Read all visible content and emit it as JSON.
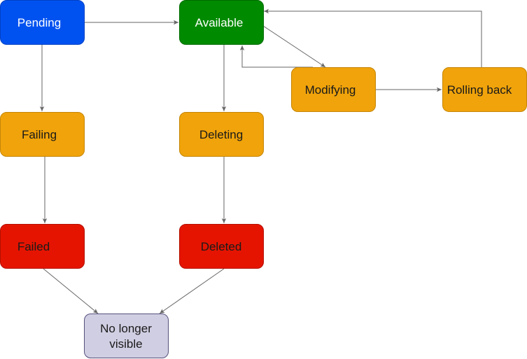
{
  "nodes": {
    "pending": {
      "label": "Pending",
      "fill": "#0052f0",
      "stroke": "#0040c4",
      "text_color": "#ffffff"
    },
    "available": {
      "label": "Available",
      "fill": "#008a00",
      "stroke": "#006b00",
      "text_color": "#ffffff"
    },
    "modifying": {
      "label": "Modifying",
      "fill": "#f0a30a",
      "stroke": "#c58608",
      "text_color": "#1a1a1a"
    },
    "rolling_back": {
      "label": "Rolling back",
      "fill": "#f0a30a",
      "stroke": "#c58608",
      "text_color": "#1a1a1a"
    },
    "failing": {
      "label": "Failing",
      "fill": "#f0a30a",
      "stroke": "#c58608",
      "text_color": "#1a1a1a"
    },
    "deleting": {
      "label": "Deleting",
      "fill": "#f0a30a",
      "stroke": "#c58608",
      "text_color": "#1a1a1a"
    },
    "failed": {
      "label": "Failed",
      "fill": "#e51400",
      "stroke": "#b31000",
      "text_color": "#1a1a1a"
    },
    "deleted": {
      "label": "Deleted",
      "fill": "#e51400",
      "stroke": "#b31000",
      "text_color": "#1a1a1a"
    },
    "no_longer_visible": {
      "label_line1": "No longer",
      "label_line2": "visible",
      "fill": "#d0cee2",
      "stroke": "#56517e",
      "text_color": "#1a1a1a"
    }
  },
  "edges": [
    {
      "from": "Pending",
      "to": "Available"
    },
    {
      "from": "Pending",
      "to": "Failing"
    },
    {
      "from": "Available",
      "to": "Deleting"
    },
    {
      "from": "Available",
      "to": "Modifying"
    },
    {
      "from": "Modifying",
      "to": "Available"
    },
    {
      "from": "Modifying",
      "to": "Rolling back"
    },
    {
      "from": "Rolling back",
      "to": "Available"
    },
    {
      "from": "Failing",
      "to": "Failed"
    },
    {
      "from": "Deleting",
      "to": "Deleted"
    },
    {
      "from": "Failed",
      "to": "No longer visible"
    },
    {
      "from": "Deleted",
      "to": "No longer visible"
    }
  ],
  "edge_color": "#666666"
}
